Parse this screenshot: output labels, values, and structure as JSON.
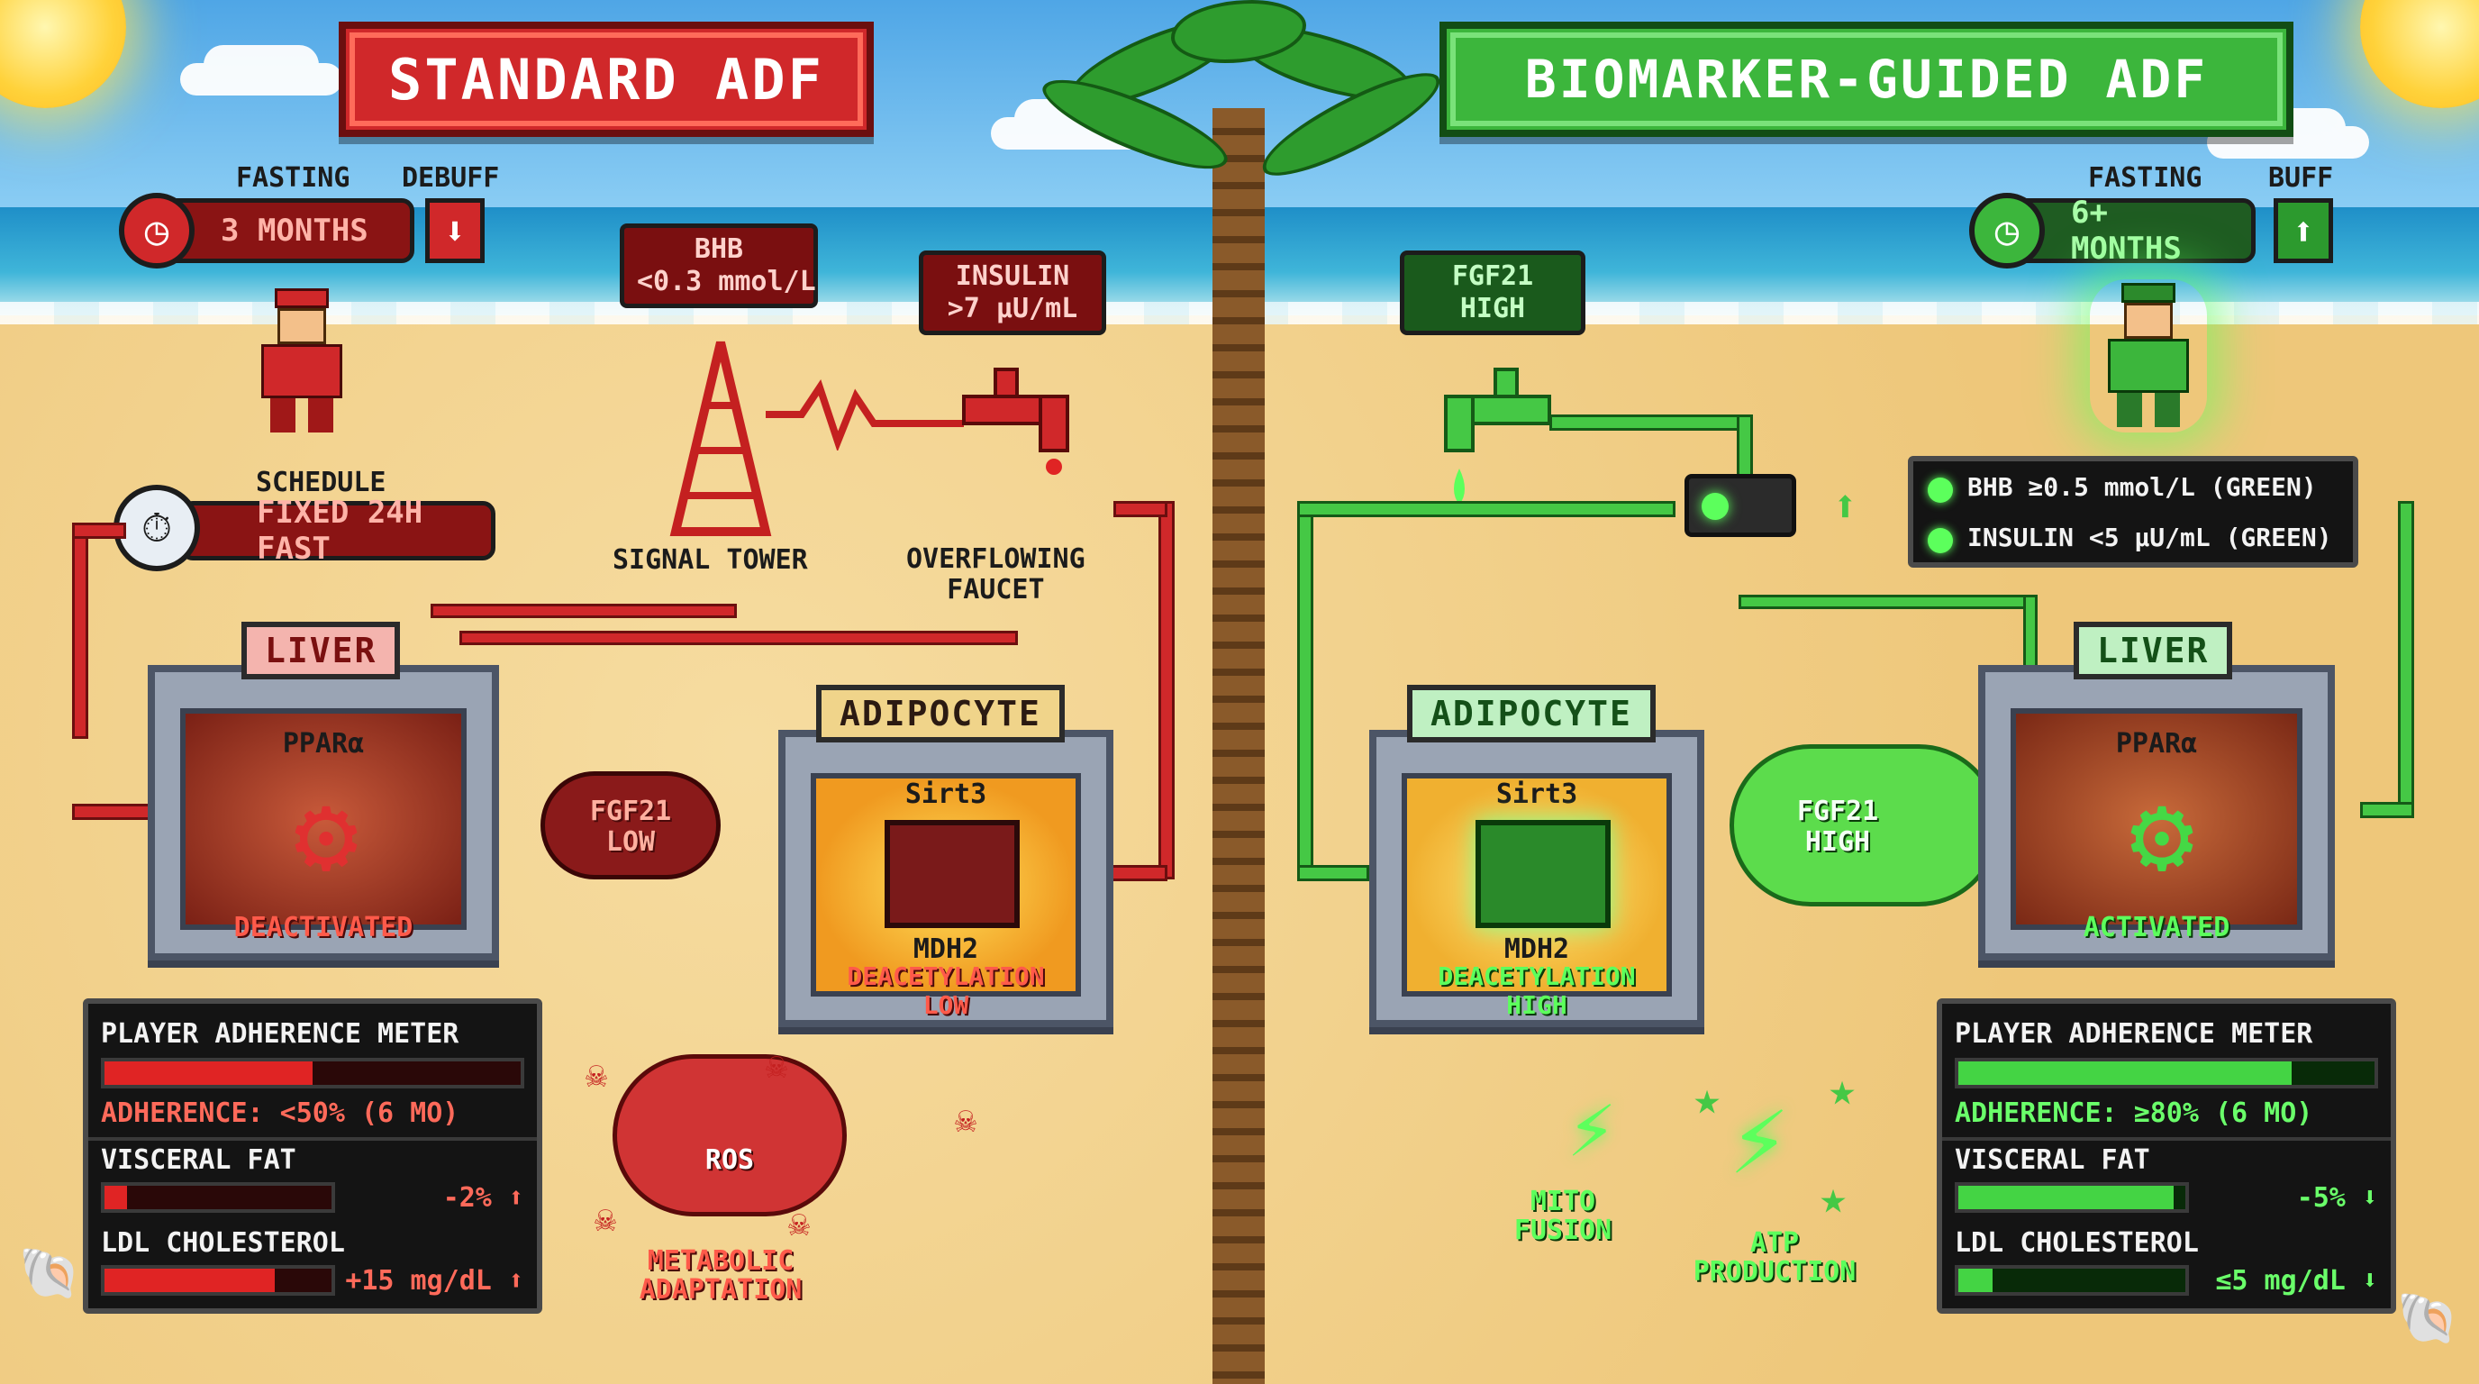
{
  "left": {
    "title": "STANDARD ADF",
    "fasting_label": "FASTING",
    "effect_label": "DEBUFF",
    "fasting_duration": "3 MONTHS",
    "effect_icon": "arrow-down-icon",
    "schedule_label": "SCHEDULE",
    "schedule_value": "FIXED 24H FAST",
    "bhb_tag": "BHB\n<0.3 mmol/L",
    "insulin_tag": "INSULIN\n>7 μU/mL",
    "signal_tower_label": "SIGNAL TOWER",
    "faucet_label": "OVERFLOWING\nFAUCET",
    "liver": {
      "title": "LIVER",
      "receptor": "PPARα",
      "state": "DEACTIVATED"
    },
    "fgf21_cloud": "FGF21\nLOW",
    "adipocyte": {
      "title": "ADIPOCYTE",
      "enzyme": "Sirt3",
      "target": "MDH2",
      "status": "DEACETYLATION\nLOW"
    },
    "ros_label": "ROS",
    "metabolic_label": "METABOLIC\nADAPTATION",
    "meter": {
      "title": "PLAYER ADHERENCE METER",
      "adherence_text": "ADHERENCE: <50% (6 MO)",
      "adherence_fraction": 0.5,
      "visceral_label": "VISCERAL FAT",
      "visceral_change": "-2% ⬆",
      "visceral_fraction": 0.1,
      "ldl_label": "LDL CHOLESTEROL",
      "ldl_change": "+15 mg/dL ⬆",
      "ldl_fraction": 0.75
    },
    "colors": {
      "primary": "#d0282a",
      "dark": "#6b0f0f"
    }
  },
  "right": {
    "title": "BIOMARKER-GUIDED ADF",
    "fasting_label": "FASTING",
    "effect_label": "BUFF",
    "fasting_duration": "6+ MONTHS",
    "effect_icon": "arrow-up-icon",
    "fgf21_tag": "FGF21\nHIGH",
    "bhb_status": "BHB ≥0.5 mmol/L (GREEN)",
    "insulin_status": "INSULIN <5 μU/mL (GREEN)",
    "liver": {
      "title": "LIVER",
      "receptor": "PPARα",
      "state": "ACTIVATED"
    },
    "fgf21_cloud": "FGF21\nHIGH",
    "adipocyte": {
      "title": "ADIPOCYTE",
      "enzyme": "Sirt3",
      "target": "MDH2",
      "status": "DEACETYLATION\nHIGH"
    },
    "mito_label": "MITO\nFUSION",
    "atp_label": "ATP\nPRODUCTION",
    "meter": {
      "title": "PLAYER ADHERENCE METER",
      "adherence_text": "ADHERENCE: ≥80% (6 MO)",
      "adherence_fraction": 0.8,
      "visceral_label": "VISCERAL FAT",
      "visceral_change": "-5% ⬇",
      "visceral_fraction": 0.95,
      "ldl_label": "LDL CHOLESTEROL",
      "ldl_change": "≤5 mg/dL ⬇",
      "ldl_fraction": 0.15
    },
    "colors": {
      "primary": "#3cb63c",
      "dark": "#124d14"
    }
  }
}
